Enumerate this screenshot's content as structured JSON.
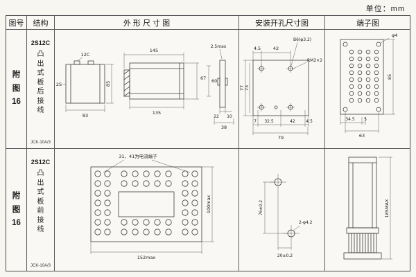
{
  "unit": "单位：mm",
  "headers": {
    "fig_no": "图号",
    "structure": "结构",
    "outline": "外 形 尺 寸 图",
    "install": "安装开孔尺寸图",
    "terminal": "端子图"
  },
  "rows": [
    {
      "fig": {
        "l1": "附",
        "l2": "图",
        "l3": "16"
      },
      "structure": {
        "model": "2S12C",
        "desc": "凸出式板后接线",
        "code": "JCK-10A/3"
      },
      "outline": {
        "d12c": "12C",
        "d2s": "2S",
        "d83": "83",
        "d85": "85",
        "d145": "145",
        "d135": "135",
        "d67": "67",
        "d60": "60",
        "d25": "2.5max",
        "d22": "22",
        "d10": "10",
        "d38": "38"
      },
      "install": {
        "d45a": "4.5",
        "d42a": "42",
        "b6": "B6(φ3.2)",
        "rm": "RM2×2",
        "d77": "77",
        "d73": "73",
        "d7": "7",
        "d325": "32.5",
        "d42b": "42",
        "d45b": "4.5",
        "d79": "79"
      },
      "terminal": {
        "phi4": "φ4",
        "d345": "34.5",
        "d5": "5",
        "d63": "63",
        "d85": "85"
      }
    },
    {
      "fig": {
        "l1": "附",
        "l2": "图",
        "l3": "16"
      },
      "structure": {
        "model": "2S12C",
        "desc": "凸出式板前接线",
        "code": "JCK-10A/3"
      },
      "outline": {
        "note": "31、41为电流端子",
        "d152": "152max",
        "d100": "100max"
      },
      "install": {
        "d76": "76±0.2",
        "phi42": "2-φ4.2",
        "d20": "20±0.2"
      },
      "terminal": {
        "d185": "185MAX"
      }
    }
  ]
}
